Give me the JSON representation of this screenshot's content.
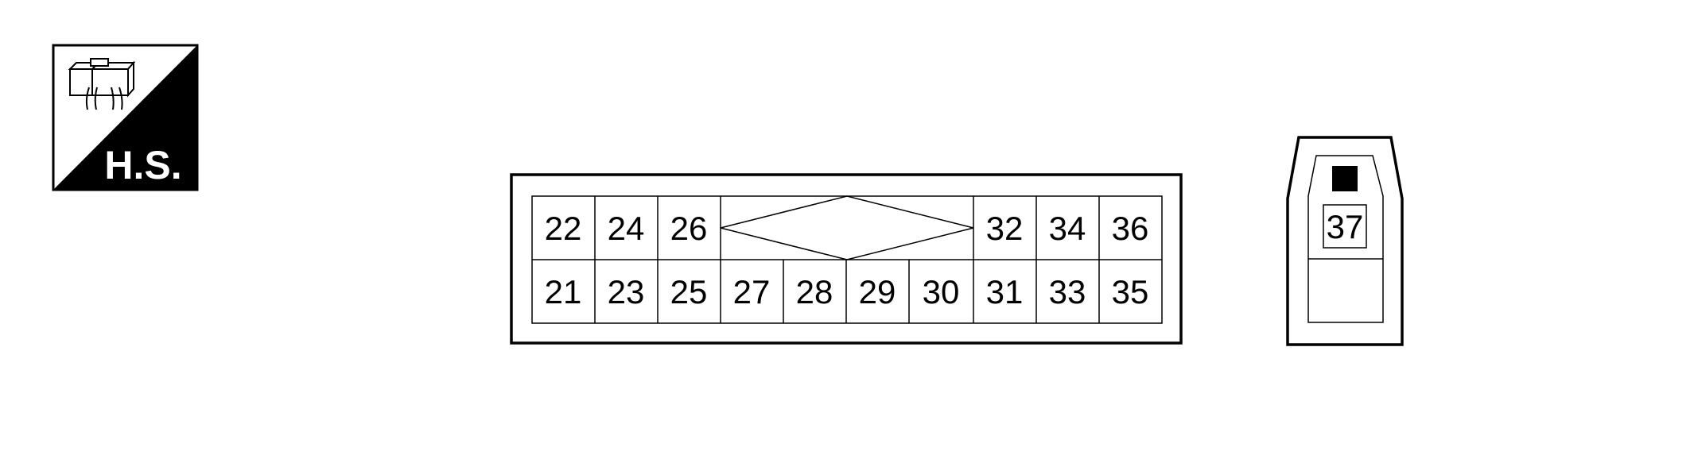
{
  "badge": {
    "label": "H.S.",
    "icon": "connector-icon"
  },
  "main_connector": {
    "top_row": [
      "22",
      "24",
      "26",
      "32",
      "34",
      "36"
    ],
    "bottom_row": [
      "21",
      "23",
      "25",
      "27",
      "28",
      "29",
      "30",
      "31",
      "33",
      "35"
    ]
  },
  "side_connector": {
    "pin": "37"
  },
  "colors": {
    "line": "#000000",
    "background": "#ffffff"
  }
}
